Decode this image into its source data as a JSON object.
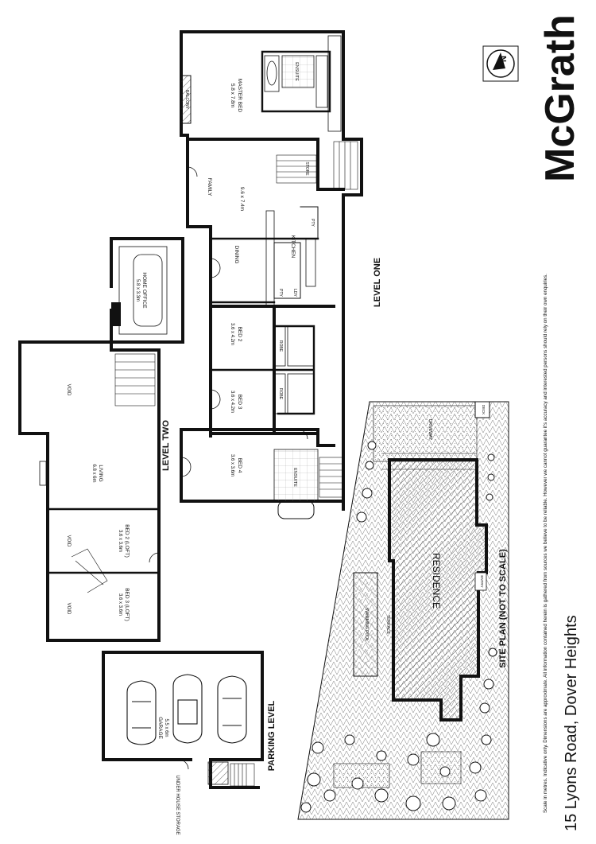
{
  "brand": {
    "name": "McGrath",
    "logo_icon": "compass-north-icon",
    "north_letter": "N"
  },
  "address": "15 Lyons Road, Dover Heights",
  "disclaimer": "Scale in metres. Indicative only. Dimensions are approximate. All information contained herein is gathered from sources we believe to be reliable. However we cannot guarantee it's accuracy and interested persons should rely on their own enquiries.",
  "levels": {
    "one": "LEVEL ONE",
    "two": "LEVEL TWO",
    "parking": "PARKING LEVEL",
    "site_plan": "SITE PLAN (NOT TO SCALE)"
  },
  "rooms": {
    "master": {
      "name": "MASTER BED",
      "dim": "5.8 x 7.8m"
    },
    "ensuite1": "ENSUITE",
    "balcony": "BALCONY",
    "family": "FAMILY",
    "family_dim": "9.6 x 7.4m",
    "dining": "DINING",
    "kitchen": "KITCHEN",
    "pty": "PTY",
    "ldy": "LDY",
    "store": "STORE",
    "office": {
      "name": "HOME OFFICE",
      "dim": "5.8 x 3.3m"
    },
    "bed2": {
      "name": "BED 2",
      "dim": "3.6 x 4.2m"
    },
    "bed3": {
      "name": "BED 3",
      "dim": "3.6 x 4.2m"
    },
    "bed4": {
      "name": "BED 4",
      "dim": "3.6 x 3.6m"
    },
    "robe": "ROBE",
    "ensuite2": "ENSUITE",
    "void": "VOID",
    "living": {
      "name": "LIVING",
      "dim": "6.8 x 6m"
    },
    "loft2": {
      "name": "BED 2 (LOFT)",
      "dim": "3.6 x 3.6m"
    },
    "loft3": {
      "name": "BED 3 (LOFT)",
      "dim": "3.6 x 3.6m"
    },
    "garage": {
      "name": "GARAGE",
      "dim": "5.5 x 6m"
    },
    "storage": "UNDER HOUSE STORAGE"
  },
  "site": {
    "residence": "RESIDENCE",
    "pool": "SWIMMING POOL",
    "terrace": "TERRACE",
    "driveway": "DRIVEWAY",
    "entry": "ENTRY",
    "deck": "DECK"
  }
}
